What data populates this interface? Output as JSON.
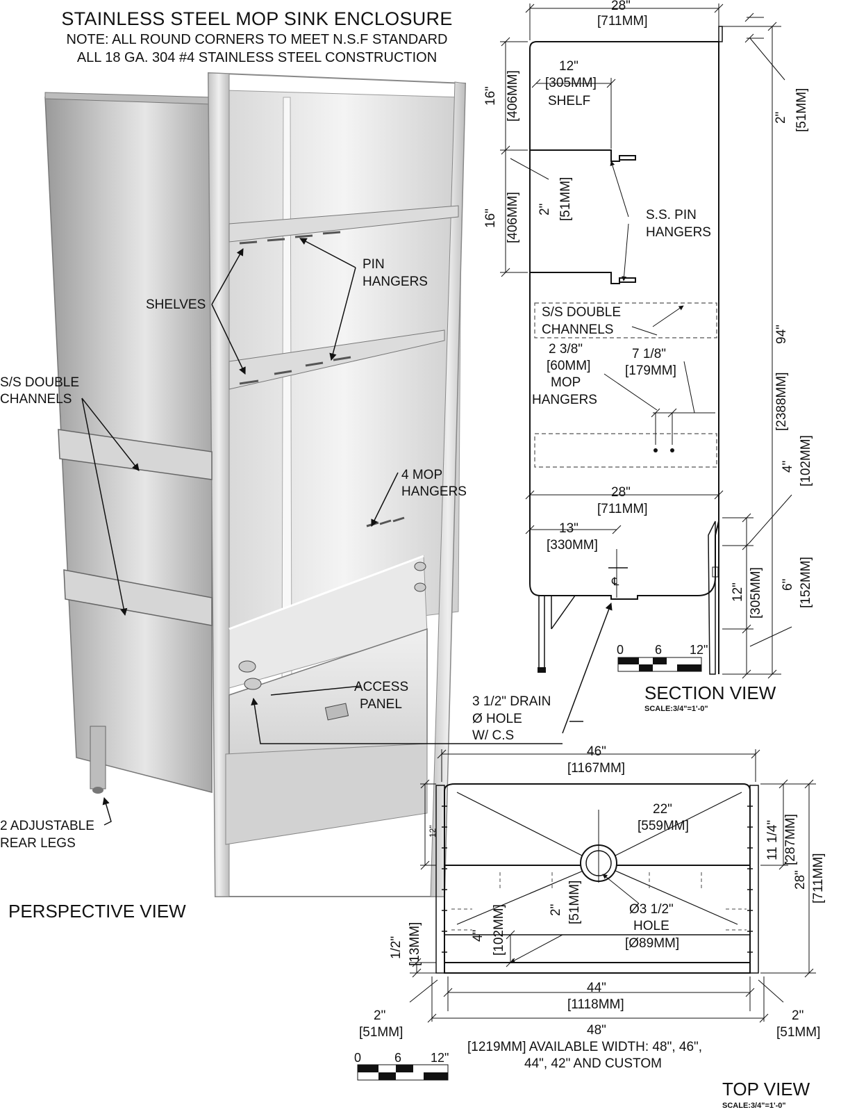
{
  "header": {
    "title": "STAINLESS STEEL MOP SINK ENCLOSURE",
    "note_line1": "NOTE: ALL ROUND CORNERS TO MEET N.S.F STANDARD",
    "note_line2": "ALL 18 GA. 304 #4 STAINLESS STEEL CONSTRUCTION"
  },
  "perspective": {
    "view_title": "PERSPECTIVE VIEW",
    "labels": {
      "pin_hangers": [
        "PIN",
        "HANGERS"
      ],
      "shelves": "SHELVES",
      "double_channels": [
        "S/S DOUBLE",
        "CHANNELS"
      ],
      "mop_hangers": [
        "4 MOP",
        "HANGERS"
      ],
      "access_panel": [
        "ACCESS",
        "PANEL"
      ],
      "drain": [
        "3 1/2\" DRAIN",
        "Ø HOLE",
        "W/ C.S"
      ],
      "rear_legs": [
        "2 ADJUSTABLE",
        "REAR LEGS"
      ]
    }
  },
  "section": {
    "view_title": "SECTION VIEW",
    "scale": "SCALE:3/4\"=1'-0\"",
    "dims": {
      "top_width": [
        "28\"",
        "[711MM]"
      ],
      "shelf_depth": [
        "12\"",
        "[305MM]",
        "SHELF"
      ],
      "shelf_gap_1": [
        "16\"",
        "[406MM]"
      ],
      "shelf_gap_2": [
        "16\"",
        "[406MM]"
      ],
      "pin_offset": [
        "2\"",
        "[51MM]"
      ],
      "top_lip": [
        "2\"",
        "[51MM]"
      ],
      "pin_hangers": [
        "S.S. PIN",
        "HANGERS"
      ],
      "double_channels": [
        "S/S DOUBLE",
        "CHANNELS"
      ],
      "mop_spacing": [
        "2 3/8\"",
        "[60MM]",
        "MOP",
        "HANGERS"
      ],
      "mop_offset": [
        "7 1/8\"",
        "[179MM]"
      ],
      "overall_height": [
        "94\"",
        "[2388MM]"
      ],
      "basin_width": [
        "28\"",
        "[711MM]"
      ],
      "drain_offset": [
        "13\"",
        "[330MM]"
      ],
      "front_lip": [
        "4\"",
        "[102MM]"
      ],
      "basin_depth": [
        "12\"",
        "[305MM]"
      ],
      "leg_height": [
        "6\"",
        "[152MM]"
      ],
      "centerline": "℄"
    },
    "scale_bar": [
      "0",
      "6",
      "12\""
    ]
  },
  "top": {
    "view_title": "TOP VIEW",
    "scale": "SCALE:3/4\"=1'-0\"",
    "dims": {
      "outer_width": [
        "46\"",
        "[1167MM]"
      ],
      "drain_from_left": [
        "22\"",
        "[559MM]"
      ],
      "left_tick": "12\"",
      "drain_from_back": [
        "11 1/4\"",
        "[287MM]"
      ],
      "depth": [
        "28\"",
        "[711MM]"
      ],
      "hole": [
        "Ø3 1/2\"",
        "HOLE",
        "[Ø89MM]"
      ],
      "curb_offset": [
        "2\"",
        "[51MM]"
      ],
      "curb_width": [
        "4\"",
        "[102MM]"
      ],
      "edge": [
        "1/2\"",
        "[13MM]"
      ],
      "inner_width": [
        "44\"",
        "[1118MM]"
      ],
      "left_flange": [
        "2\"",
        "[51MM]"
      ],
      "right_flange": [
        "2\"",
        "[51MM]"
      ],
      "available": [
        "48\"",
        "[1219MM] AVAILABLE  WIDTH: 48\", 46\",",
        "44\", 42\" AND CUSTOM"
      ]
    },
    "scale_bar": [
      "0",
      "6",
      "12\""
    ]
  }
}
